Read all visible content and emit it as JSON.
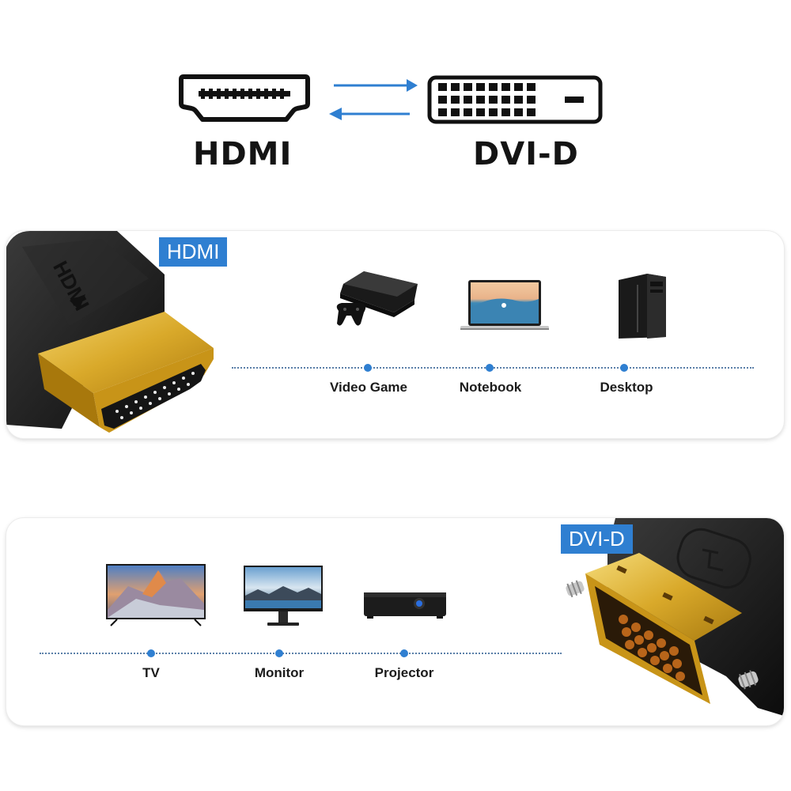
{
  "header": {
    "left_port": "HDMI",
    "right_port": "DVI-D",
    "arrows": "bidirectional",
    "arrow_color": "#2f7fd1"
  },
  "hdmi_card": {
    "badge": "HDMI",
    "badge_color": "#2f7fd1",
    "devices": [
      {
        "label": "Video Game",
        "icon": "game-console-icon"
      },
      {
        "label": "Notebook",
        "icon": "laptop-icon"
      },
      {
        "label": "Desktop",
        "icon": "desktop-tower-icon"
      }
    ]
  },
  "dvi_card": {
    "badge": "DVI-D",
    "badge_color": "#2f7fd1",
    "devices": [
      {
        "label": "TV",
        "icon": "tv-icon"
      },
      {
        "label": "Monitor",
        "icon": "monitor-icon"
      },
      {
        "label": "Projector",
        "icon": "projector-icon"
      }
    ]
  }
}
